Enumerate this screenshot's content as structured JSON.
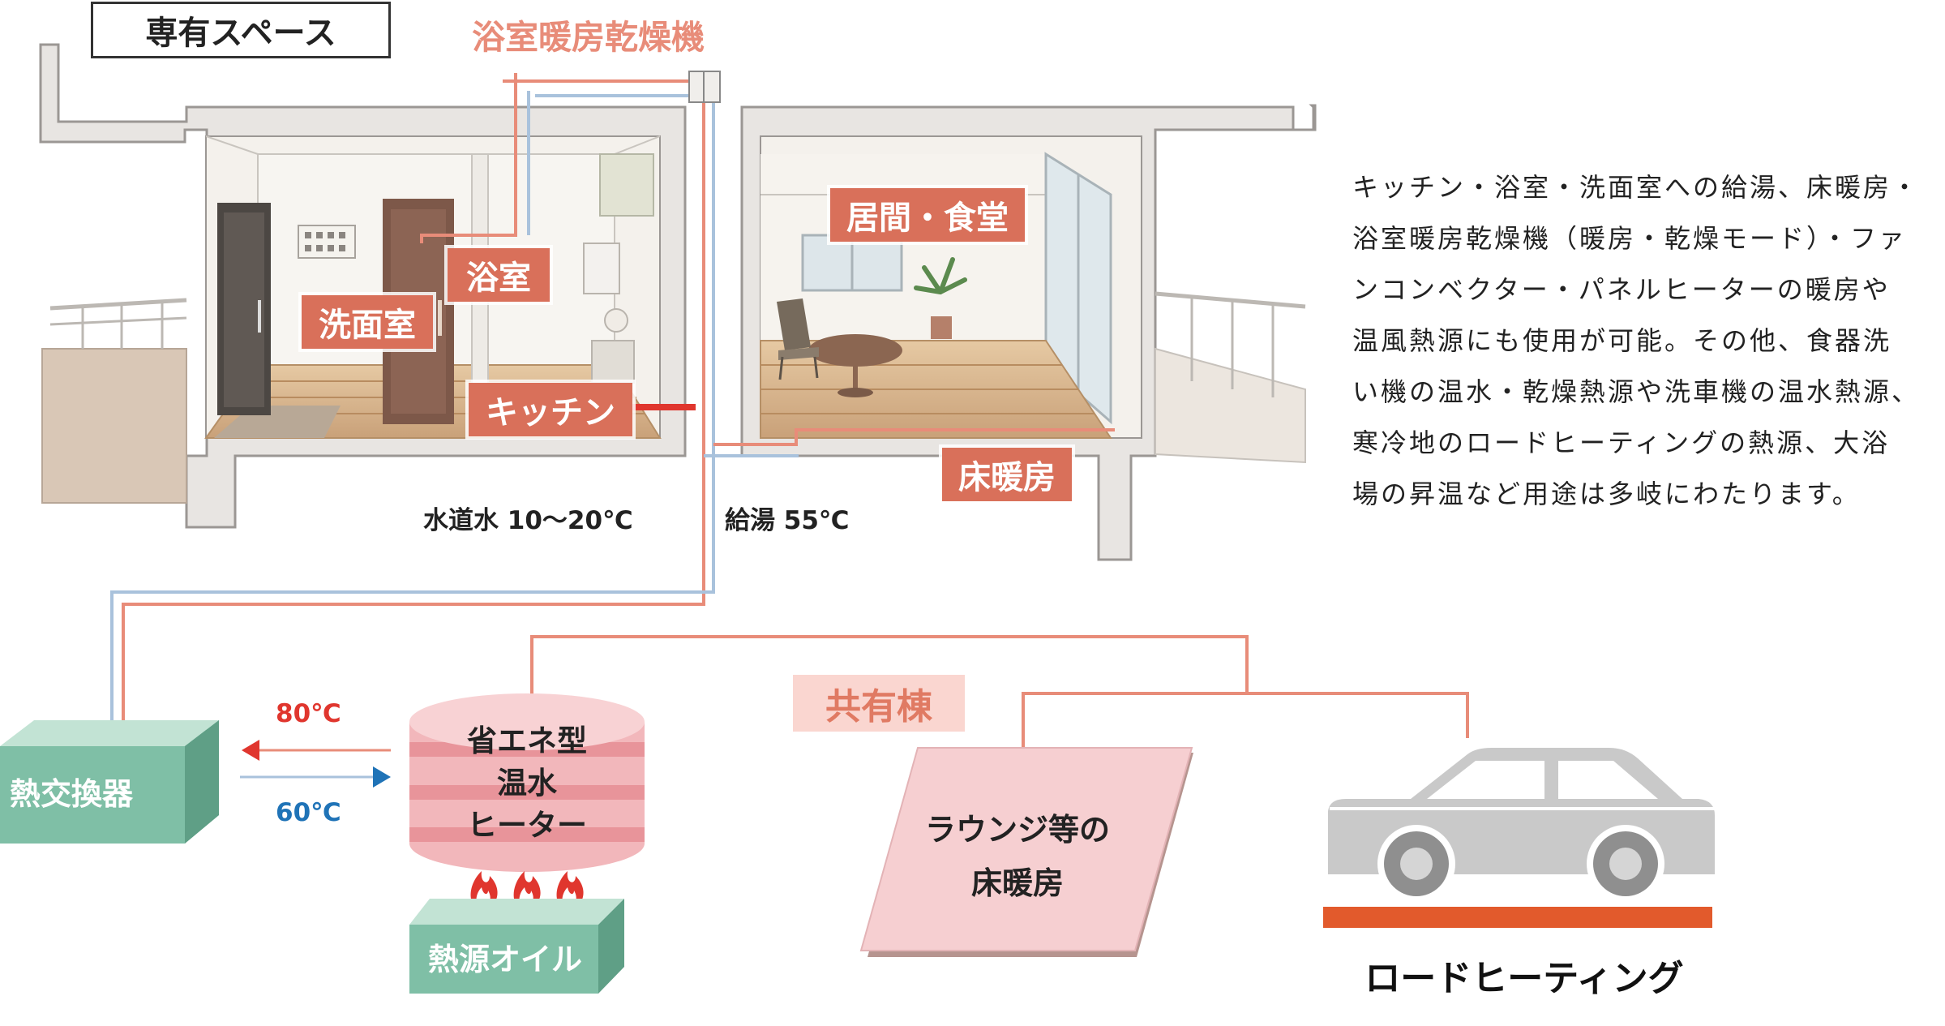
{
  "header": {
    "senyu_space": "専有スペース"
  },
  "dryer_label": "浴室暖房乾燥機",
  "rooms": {
    "bathroom": "浴室",
    "washroom": "洗面室",
    "kitchen": "キッチン",
    "living": "居間・食堂",
    "floor_heating": "床暖房"
  },
  "water": {
    "tap": "水道水 10～20℃",
    "hot": "給湯 55℃"
  },
  "description": [
    "キッチン・浴室・洗面室への給湯、床暖房・",
    "浴室暖房乾燥機（暖房・乾燥モード）・ファ",
    "ンコンベクター・パネルヒーターの暖房や",
    "温風熱源にも使用が可能。その他、食器洗",
    "い機の温水・乾燥熱源や洗車機の温水熱源、",
    "寒冷地のロードヒーティングの熱源、大浴",
    "場の昇温など用途は多岐にわたります。"
  ],
  "kyoyu": "共有棟",
  "heat_exchanger": "熱交換器",
  "temps": {
    "supply": "80℃",
    "return": "60℃"
  },
  "heater": {
    "line1": "省エネ型",
    "line2": "温水",
    "line3": "ヒーター"
  },
  "heat_source": "熱源オイル",
  "lounge": {
    "line1": "ラウンジ等の",
    "line2": "床暖房"
  },
  "road_heating": "ロードヒーティング",
  "colors": {
    "hot_pipe": "#e88c79",
    "cold_pipe": "#a9c2dc",
    "tag": "#d9705a",
    "teal_block": "#7fbfa6",
    "red_arrow": "#e0362e",
    "blue_arrow": "#1f73b7",
    "road_bar": "#e25a2c"
  }
}
